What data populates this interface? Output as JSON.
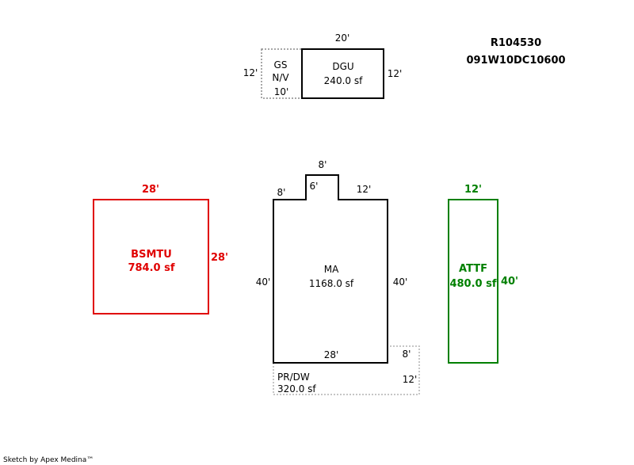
{
  "header": {
    "parcel_id": "R104530",
    "account_id": "091W10DC10600"
  },
  "areas": {
    "dgu": {
      "code": "DGU",
      "area": "240.0 sf",
      "dim_top": "20'",
      "dim_right": "12'"
    },
    "gs": {
      "code_line1": "GS",
      "code_line2": "N/V",
      "dim_left": "12'",
      "dim_bottom": "10'"
    },
    "bsmtu": {
      "code": "BSMTU",
      "area": "784.0 sf",
      "dim_top": "28'",
      "dim_right": "28'",
      "color": "#e00000"
    },
    "ma": {
      "code": "MA",
      "area": "1168.0 sf",
      "dim_left": "40'",
      "dim_right": "40'",
      "dim_bottom": "28'",
      "dim_notch_top": "8'",
      "dim_notch_side": "6'",
      "dim_top_left": "8'",
      "dim_top_right": "12'"
    },
    "attf": {
      "code": "ATTF",
      "area": "480.0 sf",
      "dim_top": "12'",
      "dim_right": "40'",
      "color": "#008000"
    },
    "prdw": {
      "code": "PR/DW",
      "area": "320.0 sf",
      "dim_top_right": "8'",
      "dim_right": "12'"
    }
  },
  "footer": {
    "credit": "Sketch by Apex Medina™"
  }
}
